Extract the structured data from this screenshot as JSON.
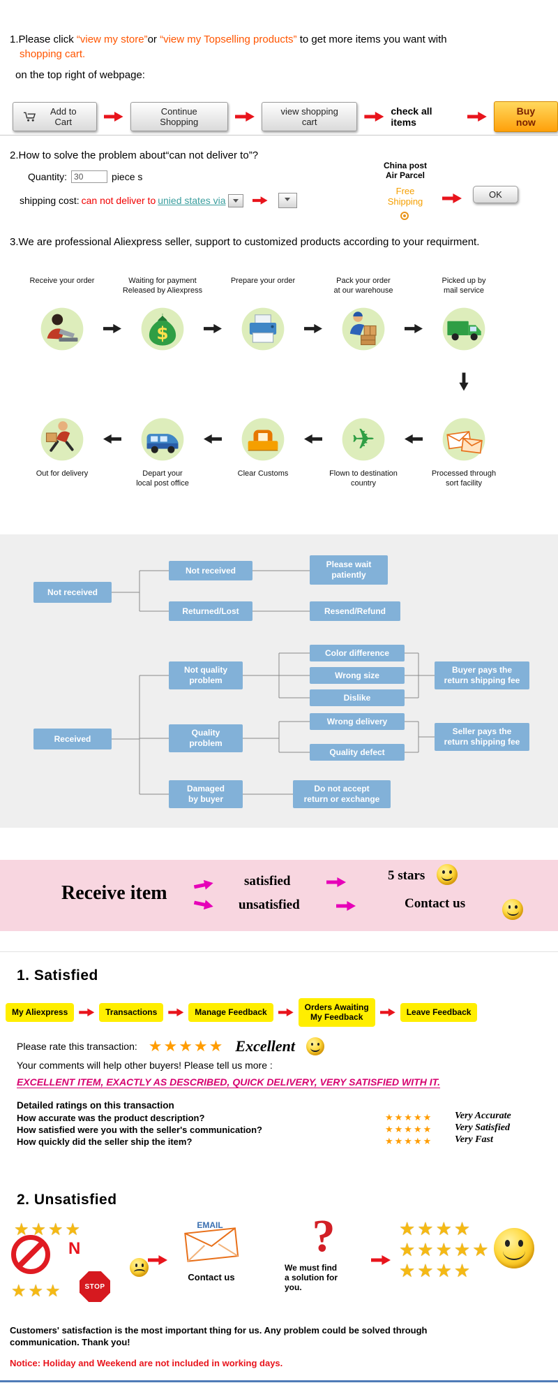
{
  "colors": {
    "accent_red": "#e8141c",
    "highlight_orange": "#ff5500",
    "magenta_arrow": "#e600b8",
    "pink_banner_bg": "#f8d6e0",
    "flowchart_bg": "#efefef",
    "flowchart_box_blue": "#82b1d8",
    "nav_yellow": "#ffee00",
    "star_orange": "#ff9c00",
    "star_gold": "#f5b914",
    "link_teal": "#3a9e9e",
    "example_magenta": "#d6006f",
    "notice_red": "#e8141c",
    "bottom_line_blue": "#4f7bb7"
  },
  "section1": {
    "intro_prefix": "1.Please click ",
    "store_link": "“view my store”",
    "intro_or": "or ",
    "topselling_link": "“view my Topselling products”",
    "intro_suffix": " to get more items you want with",
    "intro_line2": "shopping cart.",
    "intro_line3": "on the top right of webpage:",
    "add_to_cart": "Add to Cart",
    "continue_shopping": "Continue Shopping",
    "view_cart": "view shopping cart",
    "check_all_items": "check all items",
    "buy_now": "Buy now"
  },
  "section2": {
    "heading": "2.How to solve the problem about“can not deliver to”?",
    "quantity_label": "Quantity:",
    "quantity_value": "30",
    "quantity_unit": "piece s",
    "shipping_label": "shipping cost:",
    "shipping_problem": "can not deliver to ",
    "shipping_link": "unied states via",
    "china_post": "China post\nAir Parcel",
    "free_shipping": "Free\nShipping",
    "ok": "OK"
  },
  "section3": {
    "heading": "3.We are professional Aliexpress seller, support to customized products according to your requirment.",
    "top_labels": [
      "Receive your order",
      "Waiting for payment\nReleased by Aliexpress",
      "Prepare your order",
      "Pack your order\nat our warehouse",
      "Picked up by\nmail service"
    ],
    "bottom_labels": [
      "Out for delivery",
      "Depart your\nlocal post office",
      "Clear Customs",
      "Flown to destination\ncountry",
      "Processed through\nsort facility"
    ]
  },
  "flowchart": {
    "not_received_root": "Not received",
    "not_received_branch": "Not received",
    "wait": "Please wait\npatiently",
    "returned_lost": "Returned/Lost",
    "resend_refund": "Resend/Refund",
    "received_root": "Received",
    "not_quality": "Not quality\nproblem",
    "color_difference": "Color difference",
    "wrong_size": "Wrong size",
    "dislike": "Dislike",
    "buyer_pays": "Buyer pays the\nreturn shipping fee",
    "quality_problem": "Quality\nproblem",
    "wrong_delivery": "Wrong delivery",
    "quality_defect": "Quality defect",
    "seller_pays": "Seller pays the\nreturn shipping fee",
    "damaged_by_buyer": "Damaged\nby buyer",
    "no_return": "Do not accept\nreturn or exchange"
  },
  "receive_item": {
    "title": "Receive item",
    "satisfied": "satisfied",
    "unsatisfied": "unsatisfied",
    "five_stars": "5 stars",
    "contact_us": "Contact us"
  },
  "satisfied": {
    "heading": "1. Satisfied",
    "nav": [
      "My Aliexpress",
      "Transactions",
      "Manage Feedback",
      "Orders Awaiting\nMy Feedback",
      "Leave Feedback"
    ],
    "rate_label": "Please rate this transaction:",
    "rate_stars": "★★★★★",
    "excellent": "Excellent",
    "comments_hint": "Your comments will help other buyers! Please tell us more :",
    "example_comment": "EXCELLENT ITEM, EXACTLY AS DESCRIBED, QUICK DELIVERY, VERY SATISFIED WITH IT.",
    "details_title": "Detailed ratings on this transaction",
    "ratings": [
      {
        "question": "How accurate was the product description?",
        "stars": "★★★★★",
        "answer": "Very Accurate"
      },
      {
        "question": "How satisfied were you with the seller's communication?",
        "stars": "★★★★★",
        "answer": "Very Satisfied"
      },
      {
        "question": "How quickly did the seller ship the item?",
        "stars": "★★★★★",
        "answer": "Very Fast"
      }
    ]
  },
  "unsatisfied": {
    "heading": "2. Unsatisfied",
    "stars_top": "★★★★",
    "no_letter": "N",
    "stars_bottom": "★★★",
    "stop": "STOP",
    "email": "EMAIL",
    "contact_us": "Contact us",
    "question_mark": "?",
    "solution": "We must find\na solution for\nyou.",
    "star_rows": [
      "★★★★",
      "★★★★★",
      "★★★★"
    ]
  },
  "footer": {
    "message": "Customers' satisfaction is the most important thing for us. Any problem could be solved through communication. Thank you!",
    "notice": "Notice: Holiday and Weekend are not included in working days."
  }
}
